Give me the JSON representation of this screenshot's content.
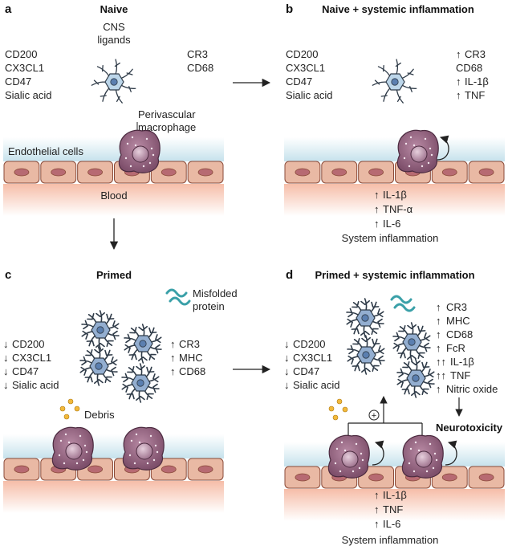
{
  "panels": {
    "a": {
      "letter": "a",
      "title": "Naive",
      "left_markers": [
        "CD200",
        "CX3CL1",
        "CD47",
        "Sialic acid"
      ],
      "right_markers": [
        "CR3",
        "CD68"
      ],
      "cns_ligands": [
        "CNS",
        "ligands"
      ],
      "perivascular": [
        "Perivascular",
        "macrophage"
      ],
      "endothelial": "Endothelial cells",
      "blood": "Blood"
    },
    "b": {
      "letter": "b",
      "title": "Naive + systemic inflammation",
      "left_markers": [
        "CD200",
        "CX3CL1",
        "CD47",
        "Sialic acid"
      ],
      "right_markers": [
        {
          "arrow": "↑",
          "text": "CR3"
        },
        {
          "arrow": "",
          "text": "CD68"
        },
        {
          "arrow": "↑",
          "text": "IL-1β"
        },
        {
          "arrow": "↑",
          "text": "TNF"
        }
      ],
      "blood_markers": [
        {
          "arrow": "↑",
          "text": "IL-1β"
        },
        {
          "arrow": "↑",
          "text": "TNF-α"
        },
        {
          "arrow": "↑",
          "text": "IL-6"
        }
      ],
      "system_label": "System inflammation"
    },
    "c": {
      "letter": "c",
      "title": "Primed",
      "misfolded": [
        "Misfolded",
        "protein"
      ],
      "left_markers": [
        {
          "arrow": "↓",
          "text": "CD200"
        },
        {
          "arrow": "↓",
          "text": "CX3CL1"
        },
        {
          "arrow": "↓",
          "text": "CD47"
        },
        {
          "arrow": "↓",
          "text": "Sialic acid"
        }
      ],
      "right_markers": [
        {
          "arrow": "↑",
          "text": "CR3"
        },
        {
          "arrow": "↑",
          "text": "MHC"
        },
        {
          "arrow": "↑",
          "text": "CD68"
        }
      ],
      "debris": "Debris"
    },
    "d": {
      "letter": "d",
      "title": "Primed + systemic inflammation",
      "left_markers": [
        {
          "arrow": "↓",
          "text": "CD200"
        },
        {
          "arrow": "↓",
          "text": "CX3CL1"
        },
        {
          "arrow": "↓",
          "text": "CD47"
        },
        {
          "arrow": "↓",
          "text": "Sialic acid"
        }
      ],
      "right_markers": [
        {
          "arrow": "↑",
          "text": "CR3"
        },
        {
          "arrow": "↑",
          "text": "MHC"
        },
        {
          "arrow": "↑",
          "text": "CD68"
        },
        {
          "arrow": "↑",
          "text": "FcR"
        },
        {
          "arrow": "↑↑",
          "text": "IL-1β"
        },
        {
          "arrow": "↑↑",
          "text": "TNF"
        },
        {
          "arrow": "↑",
          "text": "Nitric oxide"
        }
      ],
      "plus": "+",
      "neurotoxicity": "Neurotoxicity",
      "blood_markers": [
        {
          "arrow": "↑",
          "text": "IL-1β"
        },
        {
          "arrow": "↑",
          "text": "TNF"
        },
        {
          "arrow": "↑",
          "text": "IL-6"
        }
      ],
      "system_label": "System inflammation"
    }
  },
  "colors": {
    "endothelium_fill": "#e9b9a4",
    "endothelium_stroke": "#8a4a38",
    "nucleus": "#b76a72",
    "csf": "#cfe6ee",
    "blood": "#f7c7b5",
    "microglia_body": "#bcd6ea",
    "microglia_primed": "#93aed0",
    "macrophage": "#9a6a86",
    "misfolded": "#3aa0a8",
    "debris": "#f2b93b"
  }
}
